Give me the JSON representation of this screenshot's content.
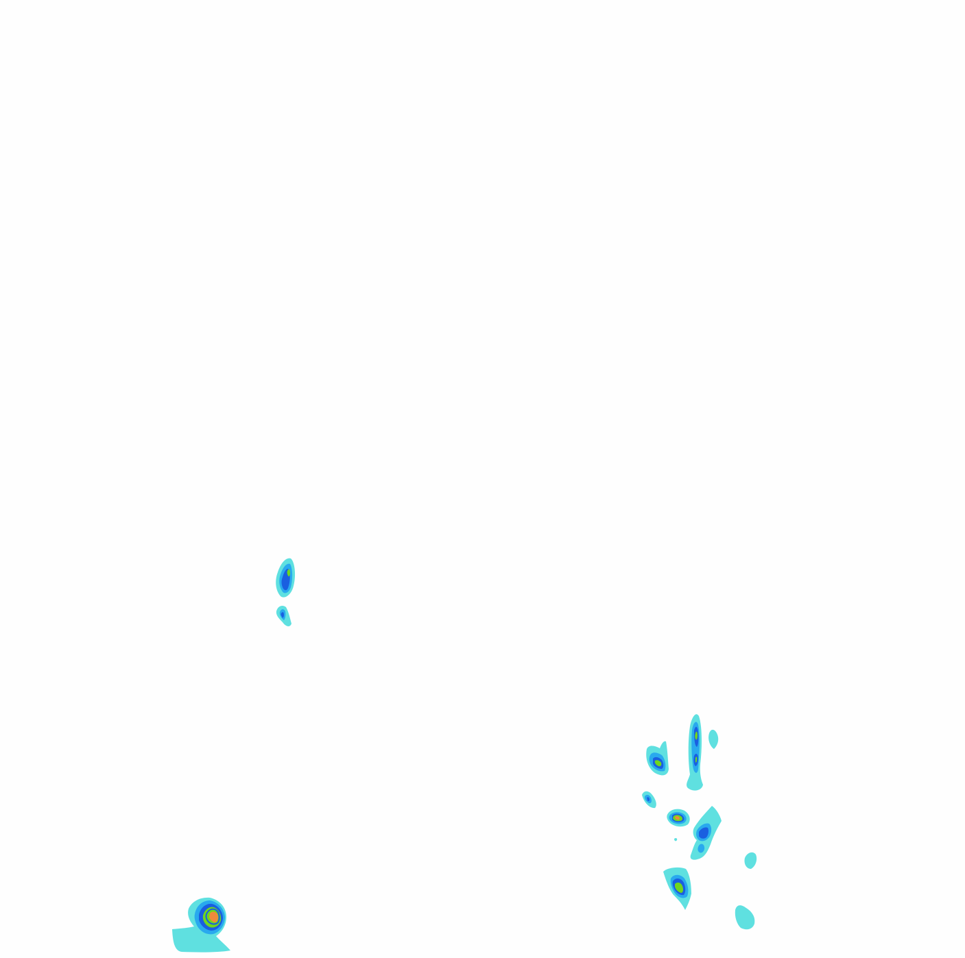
{
  "colors": {
    "background": "#fefefe",
    "level_1": "#5fe0e0",
    "level_2": "#29a9ee",
    "level_3": "#1a5fe0",
    "level_4": "#6fd61f",
    "level_5": "#f08a3c"
  },
  "layer": {
    "type": "filled-contour",
    "levels": [
      "level_1",
      "level_2",
      "level_3",
      "level_4",
      "level_5"
    ]
  }
}
